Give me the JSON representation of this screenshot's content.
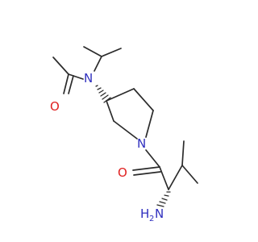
{
  "molecule": {
    "atoms": {
      "n_amide": "N",
      "o_amide": "O",
      "n_ring": "N",
      "o_carbonyl": "O",
      "n_amine": "N",
      "h2": "H",
      "h2_sub": "2"
    },
    "colors": {
      "bond": "#2b2b2b",
      "nitrogen": "#2f2fbf",
      "oxygen": "#e02020"
    }
  }
}
